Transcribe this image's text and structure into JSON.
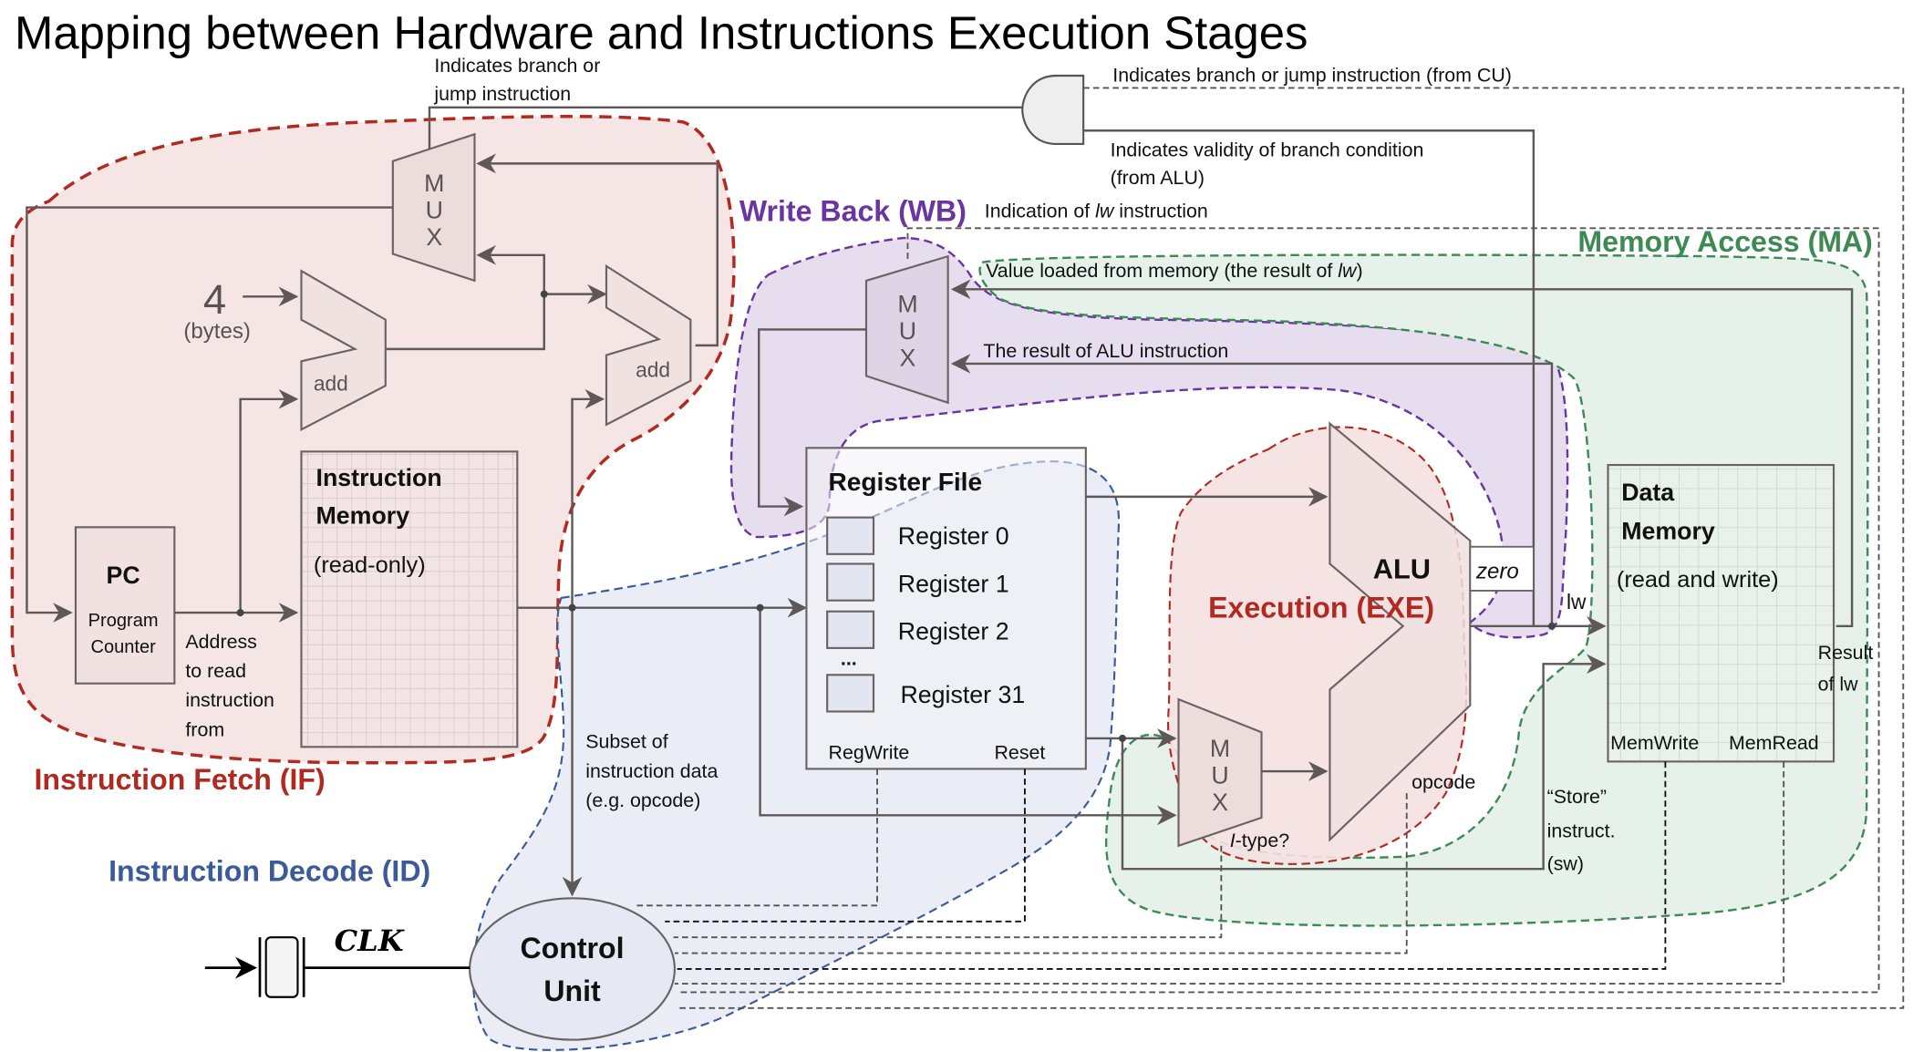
{
  "title": "Mapping between Hardware and  Instructions Execution Stages",
  "colors": {
    "if": "#b02a22",
    "id": "#3a5a9a",
    "exe": "#b02a22",
    "ma": "#3d8a55",
    "wb": "#6a35a0",
    "if_fill": "#f5e5e5",
    "id_fill": "#e8ebf5",
    "ma_fill": "#e6f1ea",
    "wb_fill": "#e6deef",
    "exe_fill": "#f5e1e1"
  },
  "stages": {
    "if": "Instruction Fetch (IF)",
    "id": "Instruction Decode (ID)",
    "exe": "Execution (EXE)",
    "ma": "Memory Access (MA)",
    "wb": "Write Back (WB)"
  },
  "blocks": {
    "pc": {
      "title": "PC",
      "sub1": "Program",
      "sub2": "Counter"
    },
    "instr_mem": {
      "line1": "Instruction",
      "line2": "Memory",
      "line3": "(read-only)"
    },
    "reg_file": {
      "title": "Register File",
      "registers": [
        "Register 0",
        "Register 1",
        "Register 2",
        "Register 31"
      ],
      "ellipsis": "...",
      "regwrite": "RegWrite",
      "reset": "Reset"
    },
    "alu": {
      "label": "ALU",
      "zero": "zero",
      "opcode": "opcode"
    },
    "data_mem": {
      "line1": "Data",
      "line2": "Memory",
      "line3": "(read and write)",
      "memwrite": "MemWrite",
      "memread": "MemRead"
    },
    "control_unit": {
      "line1": "Control",
      "line2": "Unit"
    },
    "mux_letters": [
      "M",
      "U",
      "X"
    ],
    "add_label": "add",
    "four": "4",
    "bytes": "(bytes)",
    "clk": "CLK"
  },
  "annotations": {
    "branch_jump_1": "Indicates branch or",
    "branch_jump_2": "jump instruction",
    "branch_cu": "Indicates branch or jump instruction (from CU)",
    "branch_valid_1": "Indicates validity of branch condition",
    "branch_valid_2": "(from ALU)",
    "lw_ind_pre": "Indication of ",
    "lw_ind_it": "lw",
    "lw_ind_post": " instruction",
    "value_loaded_pre": "Value loaded from memory (the result of ",
    "value_loaded_it": "lw",
    "value_loaded_post": ")",
    "alu_result": "The result of ALU instruction",
    "address_1": "Address",
    "address_2": "to read",
    "address_3": "instruction",
    "address_4": "from",
    "subset_1": "Subset of",
    "subset_2": "instruction data",
    "subset_3": "(e.g. opcode)",
    "itype_it": "I",
    "itype_rest": "-type?",
    "lw": "lw",
    "result_1": "Result",
    "result_2": "of lw",
    "store_1": "“Store”",
    "store_2": "instruct.",
    "store_3": "(sw)"
  }
}
